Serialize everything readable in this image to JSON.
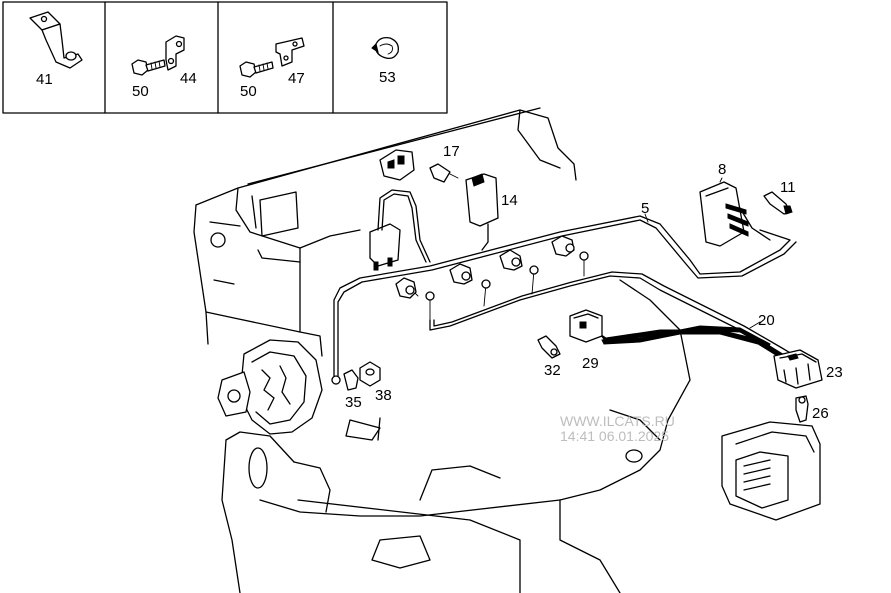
{
  "legend_boxes": [
    {
      "labels": [
        "41"
      ]
    },
    {
      "labels": [
        "50",
        "44"
      ]
    },
    {
      "labels": [
        "50",
        "47"
      ]
    },
    {
      "labels": [
        "53"
      ]
    }
  ],
  "callouts": [
    "17",
    "14",
    "8",
    "11",
    "5",
    "20",
    "23",
    "26",
    "29",
    "32",
    "35",
    "38"
  ],
  "watermark": {
    "line1": "WWW.ILCATS.RU",
    "line2": "14:41 06.01.2025"
  }
}
